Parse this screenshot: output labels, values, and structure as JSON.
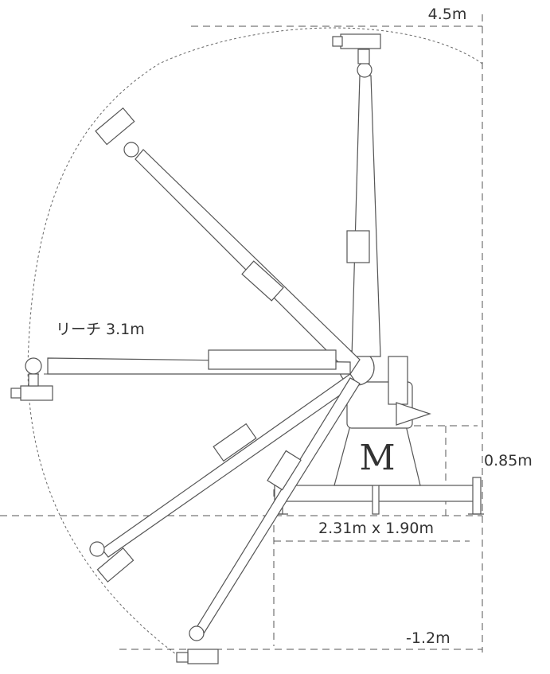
{
  "diagram": {
    "max_height_label": "4.5m",
    "reach_label": "リーチ 3.1m",
    "base_height_label": "0.85m",
    "base_size_label": "2.31m x 1.90m",
    "min_height_label": "-1.2m",
    "base_logo_text": "M"
  }
}
